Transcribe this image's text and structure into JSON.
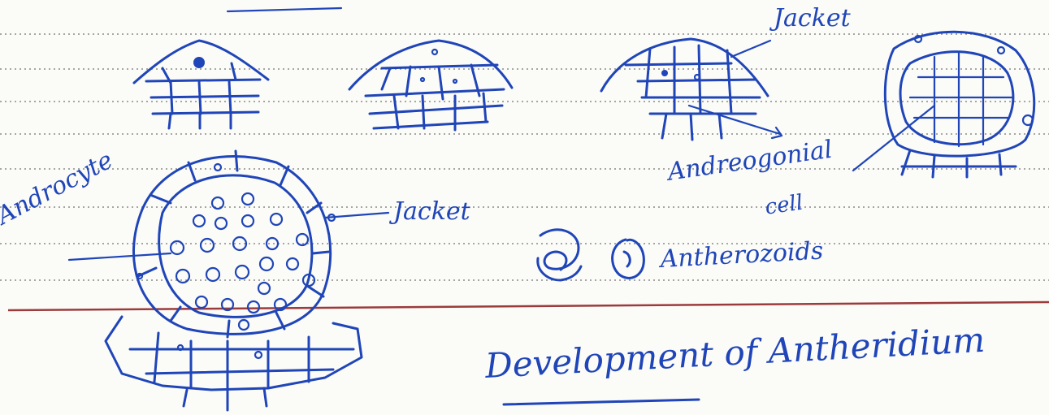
{
  "labels": {
    "jacket_top": "Jacket",
    "jacket_mature": "Jacket",
    "androgonial": "Andreogonial",
    "androgonial_cell": "cell",
    "androcyte": "Androcyte",
    "antherozoids": "Antherozoids",
    "title": "Development of Antheridium"
  },
  "colors": {
    "ink": "#1f45b8",
    "paper": "#fbfbf7",
    "margin_line": "#9b3b3b",
    "ruling": "#8a8a8a"
  }
}
